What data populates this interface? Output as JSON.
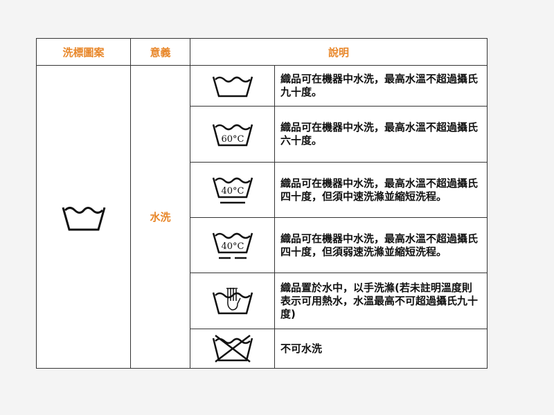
{
  "table": {
    "headers": {
      "symbol": "洗標圖案",
      "meaning": "意義",
      "description": "說明"
    },
    "category": "水洗",
    "rows": [
      {
        "icon": "washtub-icon",
        "temp": "",
        "text": "織品可在機器中水洗，最高水溫不超過攝氏九十度。"
      },
      {
        "icon": "washtub-60-icon",
        "temp": "60°C",
        "text": "織品可在機器中水洗，最高水溫不超過攝氏六十度。"
      },
      {
        "icon": "washtub-40-gentle-icon",
        "temp": "40°C",
        "text": "織品可在機器中水洗，最高水溫不超過攝氏四十度，但須中速洗滌並縮短洗程。"
      },
      {
        "icon": "washtub-40-very-gentle-icon",
        "temp": "40°C",
        "text": "織品可在機器中水洗，最高水溫不超過攝氏四十度，但須弱速洗滌並縮短洗程。"
      },
      {
        "icon": "hand-wash-icon",
        "temp": "",
        "text": "織品置於水中，以手洗滌(若未註明溫度則表示可用熱水，水溫最高不可超過攝氏九十度)"
      },
      {
        "icon": "no-wash-icon",
        "temp": "",
        "text": "不可水洗"
      }
    ]
  }
}
